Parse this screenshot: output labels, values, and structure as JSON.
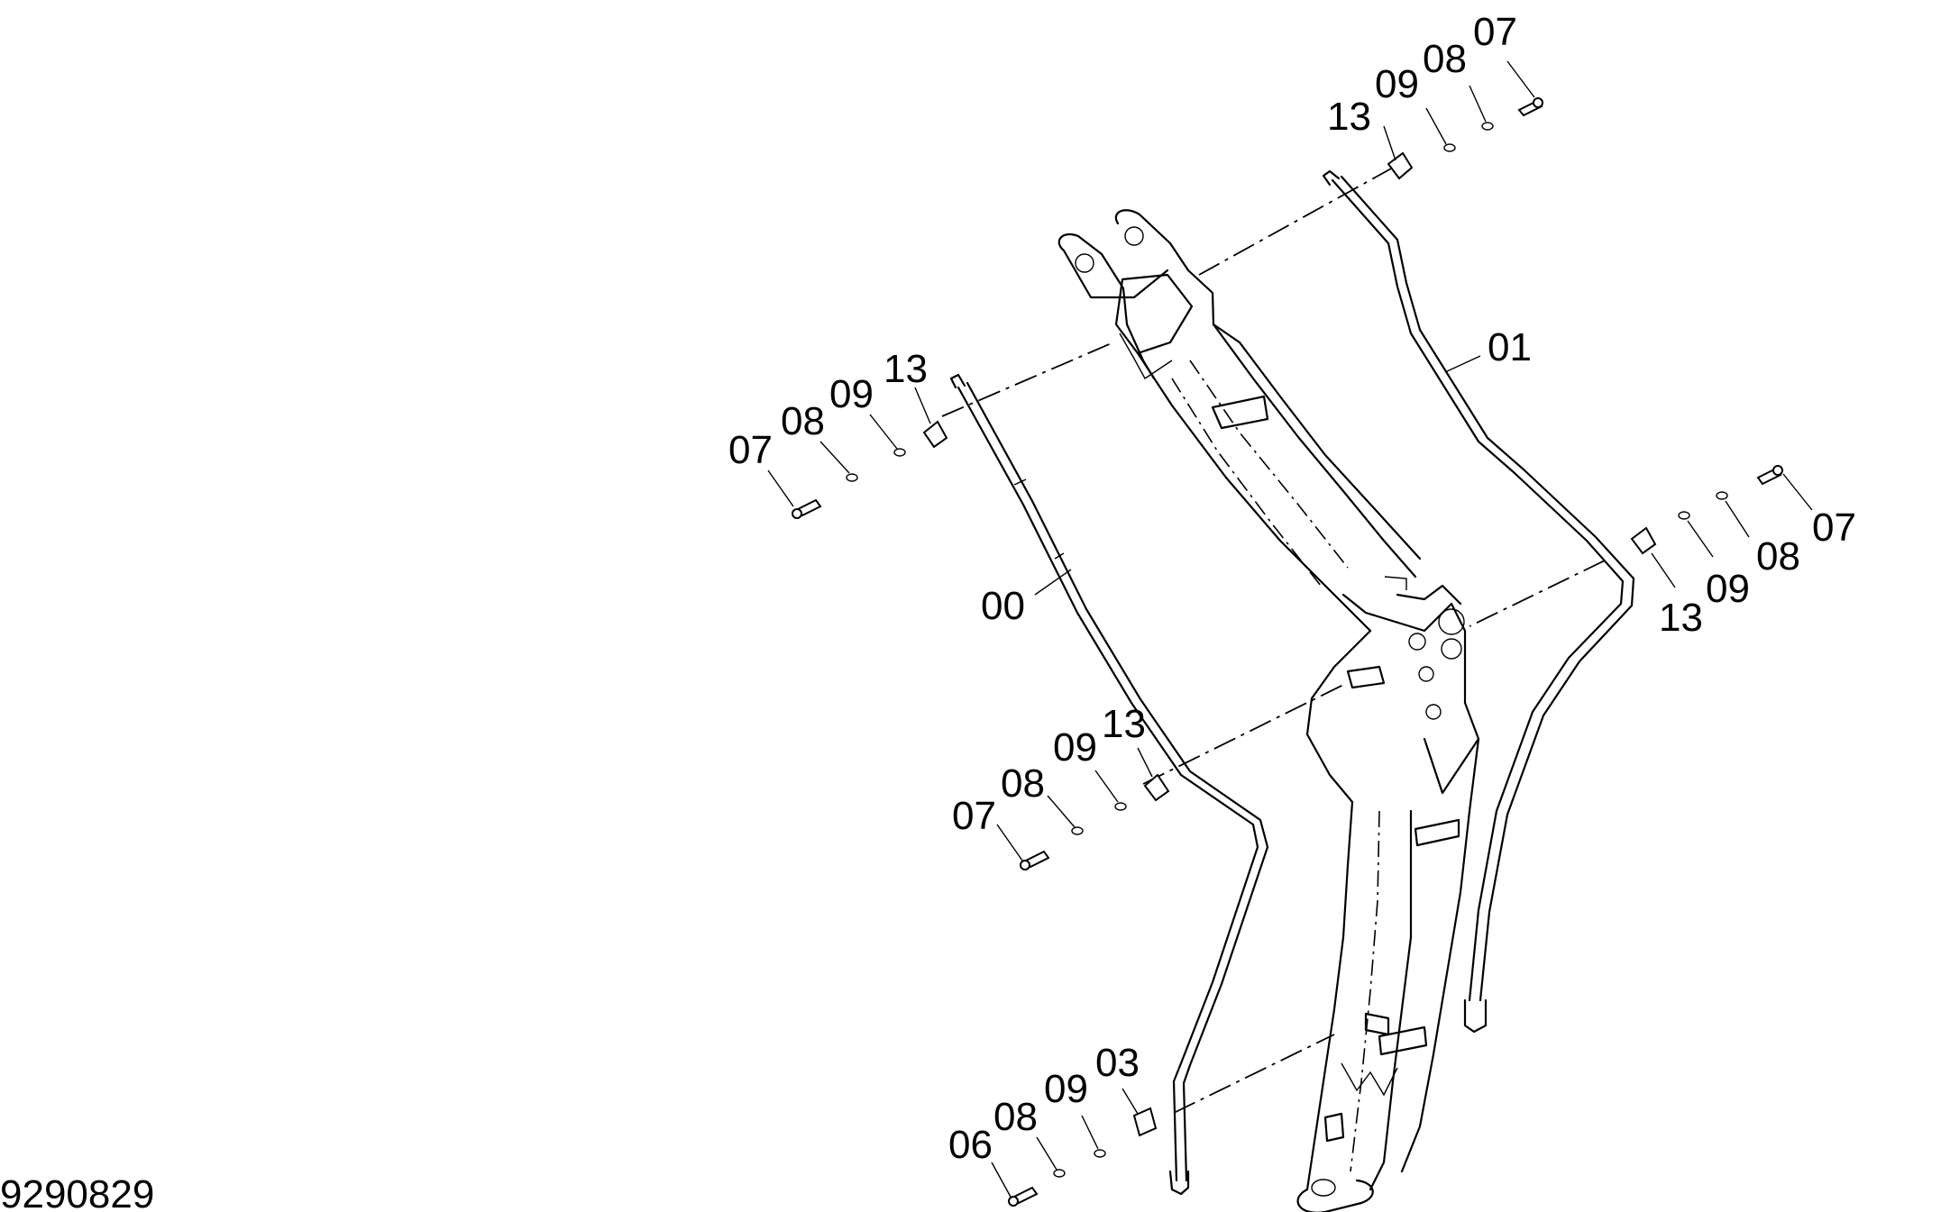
{
  "drawing": {
    "number": "9290829"
  },
  "callouts": {
    "top_right": {
      "c13": "13",
      "c09": "09",
      "c08": "08",
      "c07": "07"
    },
    "left": {
      "c07": "07",
      "c08": "08",
      "c09": "09",
      "c13": "13"
    },
    "right": {
      "c07": "07",
      "c08": "08",
      "c09": "09",
      "c13": "13"
    },
    "middle": {
      "c07": "07",
      "c08": "08",
      "c09": "09",
      "c13": "13"
    },
    "bottom": {
      "c06": "06",
      "c08": "08",
      "c09": "09",
      "c03": "03"
    }
  },
  "pipes": {
    "p00": "00",
    "p01": "01"
  }
}
